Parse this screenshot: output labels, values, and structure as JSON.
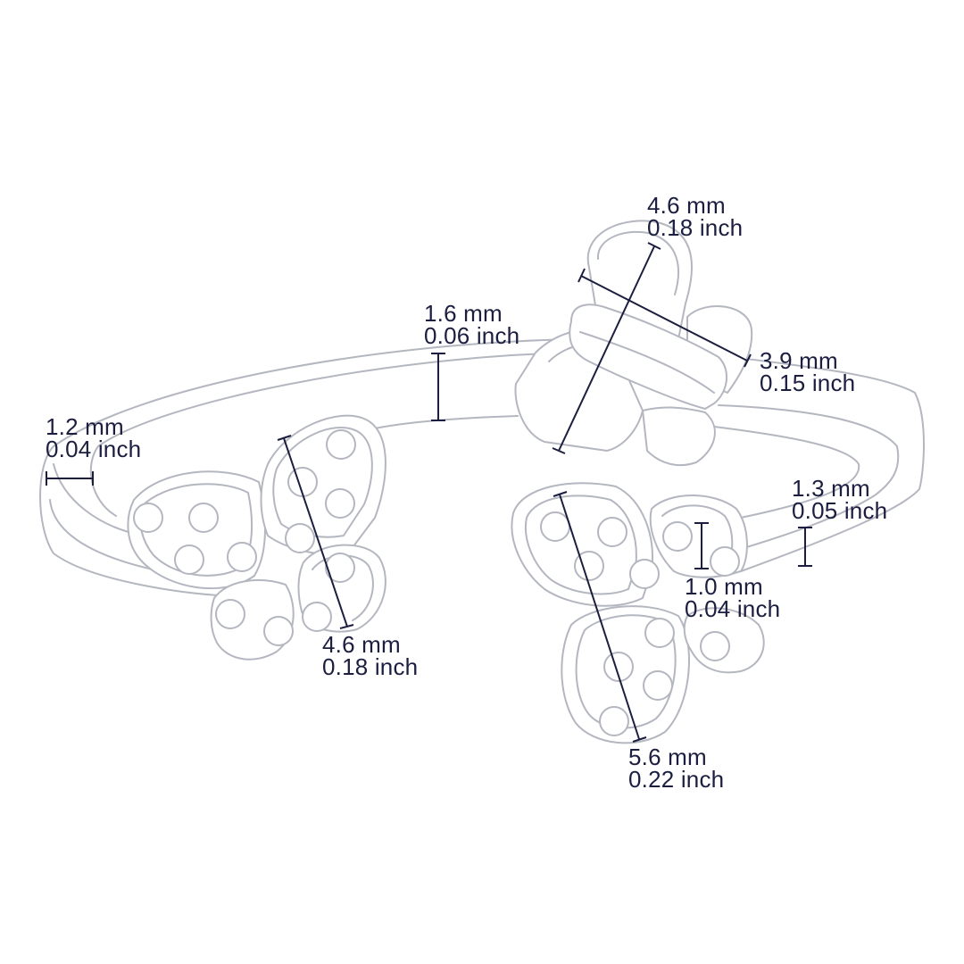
{
  "colors": {
    "outline": "#b4b7c0",
    "dimension": "#1c1e40",
    "background": "#ffffff"
  },
  "dimensions": {
    "top_flower_length": {
      "mm": "4.6 mm",
      "inch": "0.18 inch"
    },
    "top_flower_width": {
      "mm": "3.9 mm",
      "inch": "0.15 inch"
    },
    "band_height": {
      "mm": "1.6 mm",
      "inch": "0.06 inch"
    },
    "band_thickness": {
      "mm": "1.2 mm",
      "inch": "0.04 inch"
    },
    "left_butterfly": {
      "mm": "4.6 mm",
      "inch": "0.18 inch"
    },
    "right_band_height": {
      "mm": "1.3 mm",
      "inch": "0.05 inch"
    },
    "stone_size": {
      "mm": "1.0 mm",
      "inch": "0.04 inch"
    },
    "right_butterfly": {
      "mm": "5.6 mm",
      "inch": "0.22 inch"
    }
  }
}
